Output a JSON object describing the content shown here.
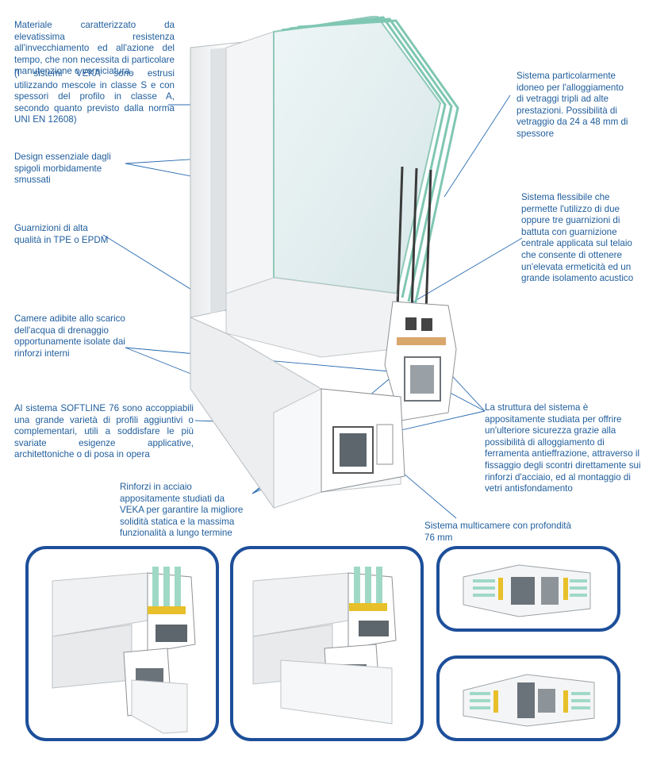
{
  "callouts": {
    "materiale": "Materiale caratterizzato da elevatissima resistenza all'invecchiamento ed all'azione del tempo, che non necessita di particolare manutenzione o verniciatura.",
    "veka_classe": "(I sistemi VEKA sono estrusi utilizzando mescole in classe S e con spessori del profilo in classe A, secondo quanto previsto dalla norma UNI EN 12608)",
    "design": "Design essenziale dagli spigoli morbidamente smussati",
    "guarnizioni": "Guarnizioni di alta qualità in TPE o EPDM",
    "camere": "Camere adibite allo scarico dell'acqua di drenaggio opportunamente isolate dai rinforzi interni",
    "softline": "Al sistema SOFTLINE 76 sono accoppiabili una grande varietà di profili aggiuntivi o complementari, utili a soddisfare le più svariate esigenze applicative, architettoniche o di posa in opera",
    "rinforzi": "Rinforzi in acciaio appositamente studiati da VEKA per garantire la migliore solidità statica e la massima funzionalità a lungo termine",
    "vetraggi": "Sistema particolarmente idoneo per l'alloggiamento di vetraggi tripli ad alte prestazioni. Possibilità di vetraggio da 24 a 48 mm di spessore",
    "flessibile": "Sistema flessibile che permette l'utilizzo di due oppure tre guarnizioni di battuta con guarnizione centrale applicata sul telaio che consente di ottenere un'elevata ermeticità ed un grande isolamento acustico",
    "struttura": "La struttura del sistema è appositamente studiata per offrire un'ulteriore sicurezza grazie alla possibilità di alloggiamento di ferramenta antieffrazione, attraverso il fissaggio degli scontri direttamente sui rinforzi d'acciaio, ed al montaggio di vetri antisfondamento",
    "multicamere": "Sistema multicamere con profondità 76 mm"
  },
  "colors": {
    "text": "#1f5d9c",
    "leader": "#2a6bb0",
    "panel_border": "#1d4f9a",
    "glass": "#9fd9c6",
    "gasket": "#e8c02a"
  }
}
